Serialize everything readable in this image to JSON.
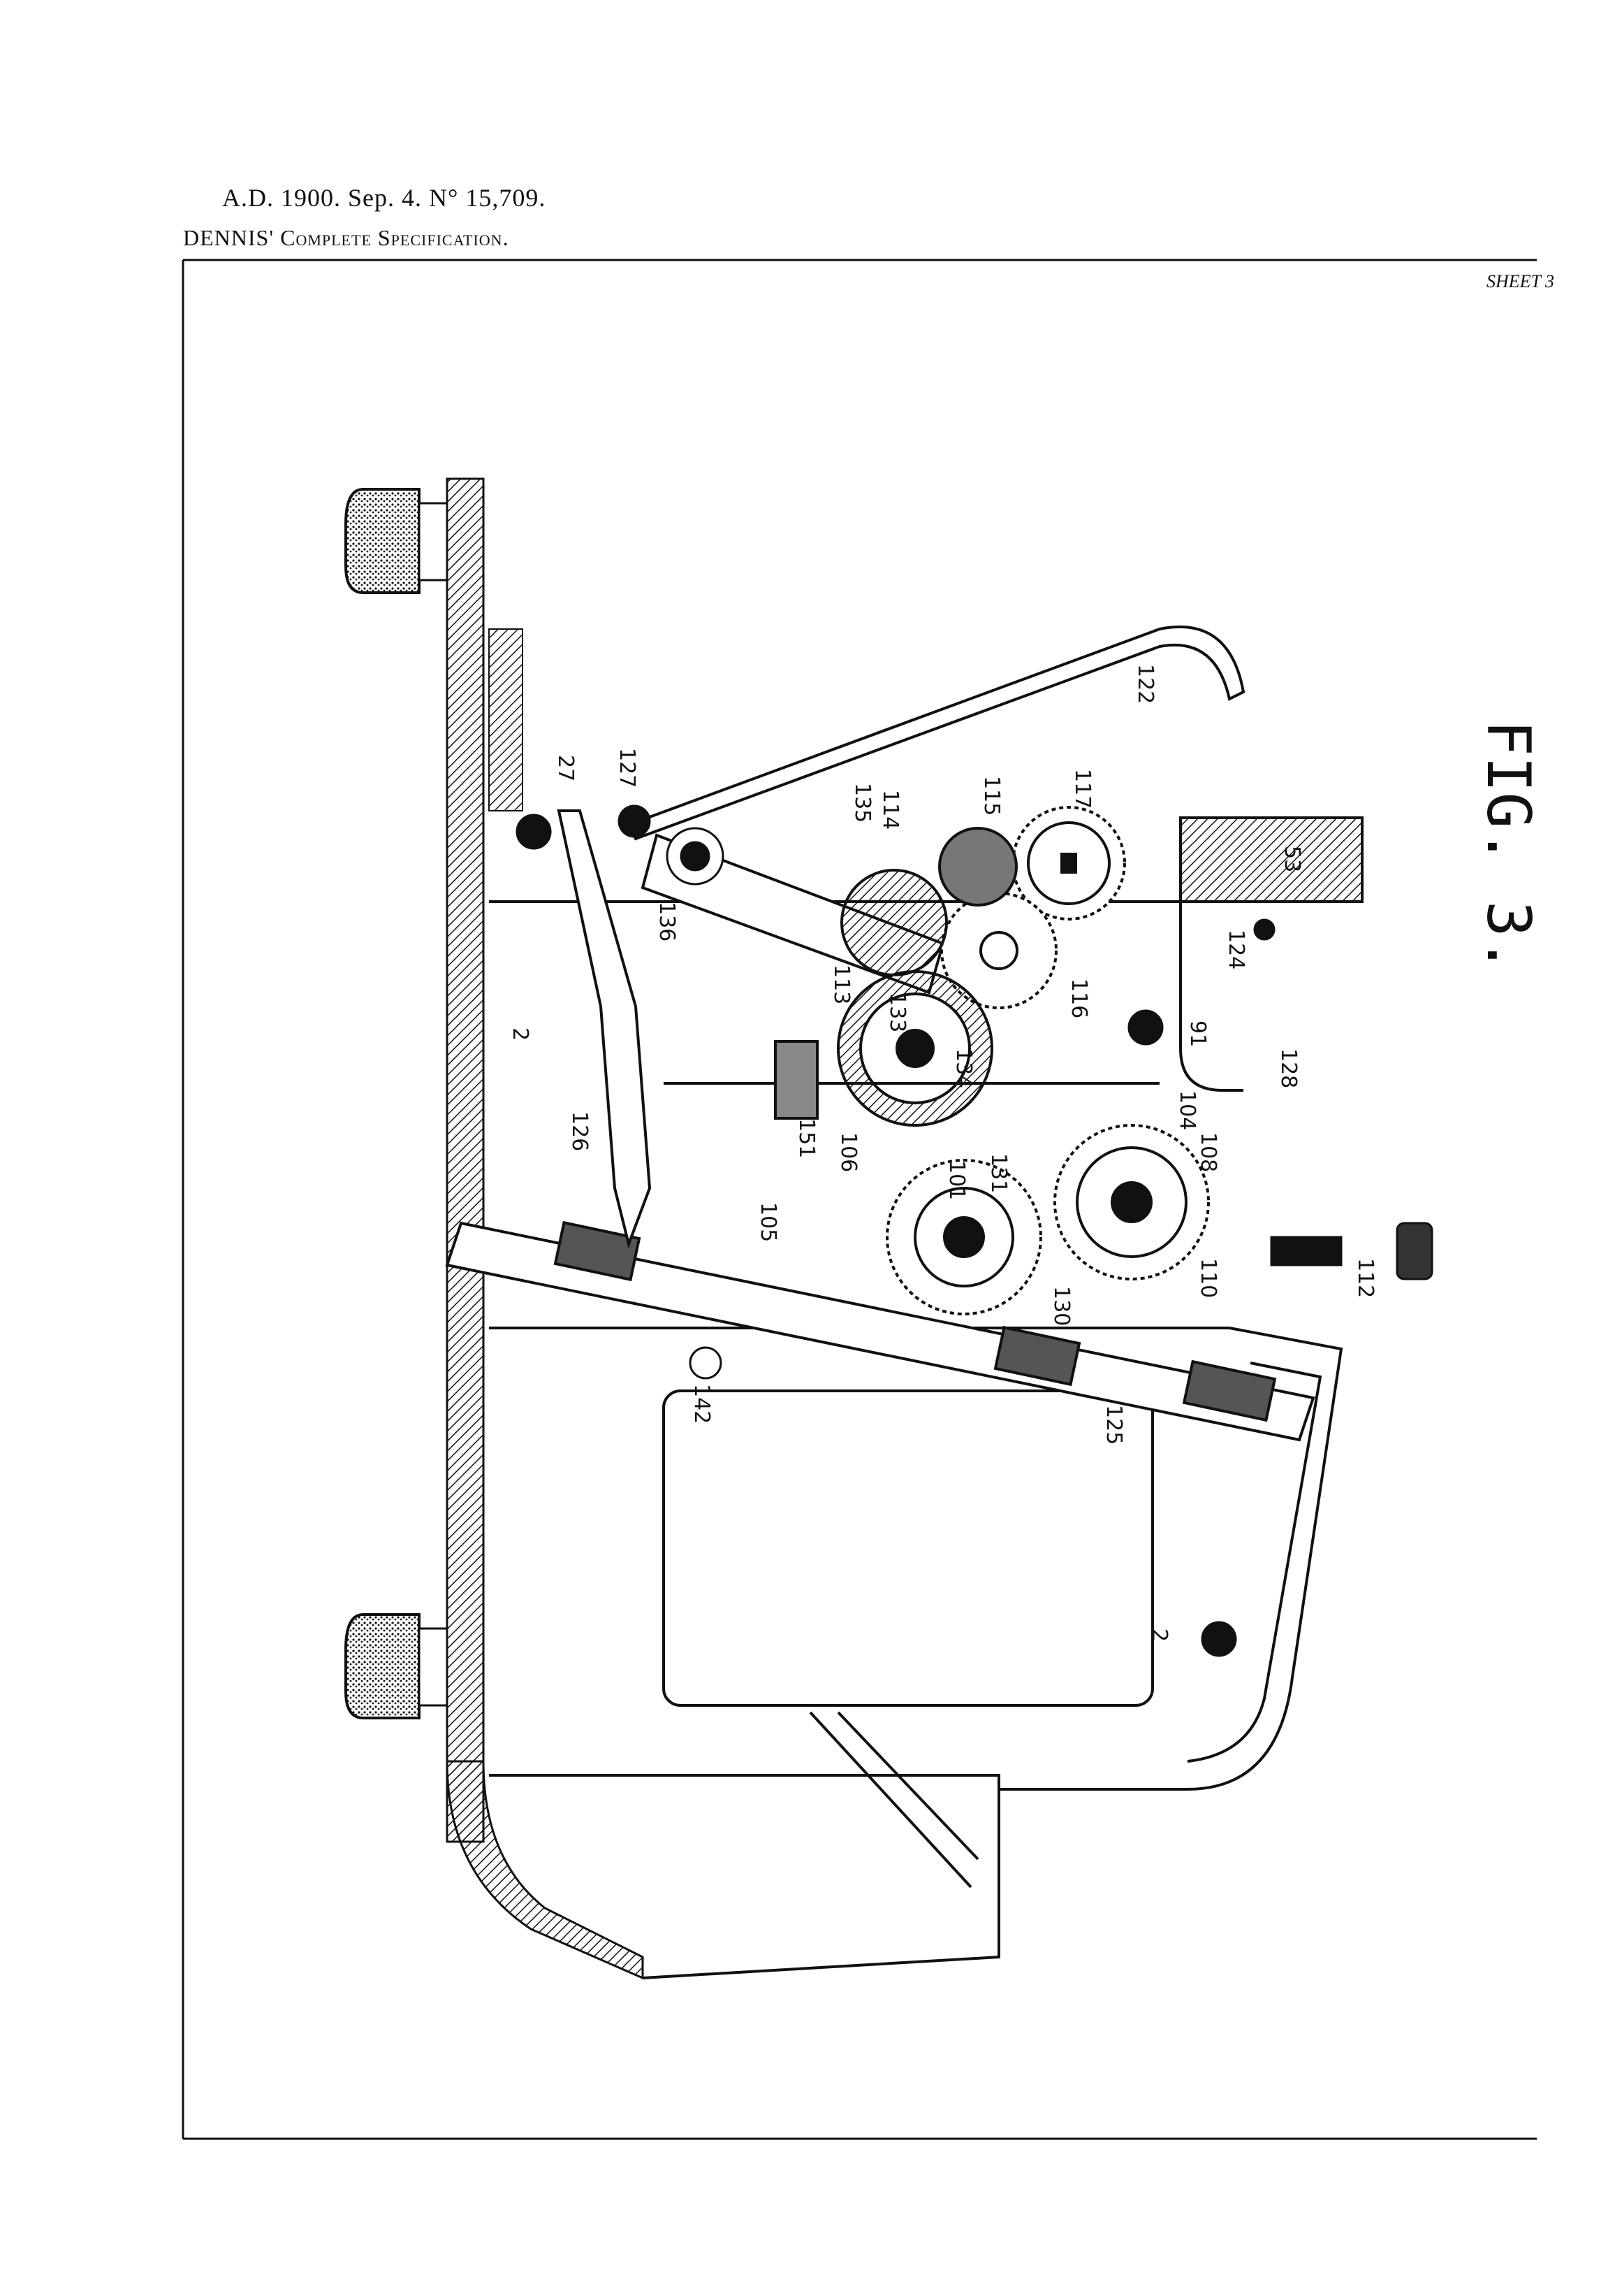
{
  "header": {
    "line1": "A.D. 1900. Sep. 4. N° 15,709.",
    "line2": "DENNIS' Complete Specification.",
    "sheet": "SHEET 3"
  },
  "figure": {
    "title": "FIG. 3.",
    "labels": [
      "27",
      "127",
      "122",
      "117",
      "115",
      "114",
      "135",
      "136",
      "53",
      "124",
      "116",
      "113",
      "133",
      "134",
      "91",
      "128",
      "104",
      "108",
      "151",
      "106",
      "101",
      "131",
      "105",
      "110",
      "112",
      "130",
      "125",
      "142",
      "126",
      "2",
      "2"
    ]
  }
}
